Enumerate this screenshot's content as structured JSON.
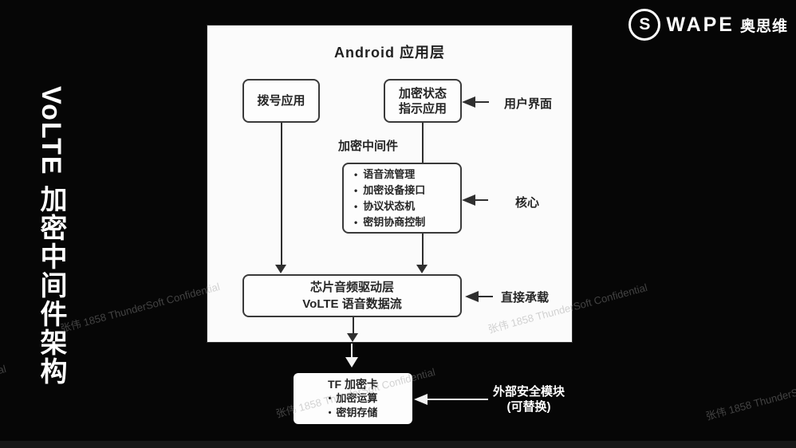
{
  "slide": {
    "vertical_title": "VoLTE 加密中间件架构"
  },
  "logo": {
    "circle_letter": "S",
    "latin": "WAPE",
    "cjk": "奥思维"
  },
  "diagram": {
    "layer_title": "Android 应用层",
    "dialer_box": {
      "label": "拨号应用"
    },
    "status_box": {
      "line1": "加密状态",
      "line2": "指示应用"
    },
    "middleware_label": "加密中间件",
    "core_box": {
      "items": [
        "语音流管理",
        "加密设备接口",
        "协议状态机",
        "密钥协商控制"
      ]
    },
    "driver_box": {
      "line1": "芯片音频驱动层",
      "line2": "VoLTE 语音数据流"
    },
    "tf_box": {
      "title": "TF 加密卡",
      "items": [
        "加密运算",
        "密钥存储"
      ]
    },
    "annotations": {
      "user_interface": "用户界面",
      "core": "核心",
      "direct_bearer": "直接承载",
      "external_line1": "外部安全模块",
      "external_line2": "(可替换)"
    }
  },
  "watermark": {
    "text": "张伟 1858 ThunderSoft Confidential"
  },
  "colors": {
    "background": "#060606",
    "panel": "#fbfbfb",
    "box_border": "#3a3a3a",
    "ink": "#262626",
    "white_ink": "#f2f2f2"
  }
}
